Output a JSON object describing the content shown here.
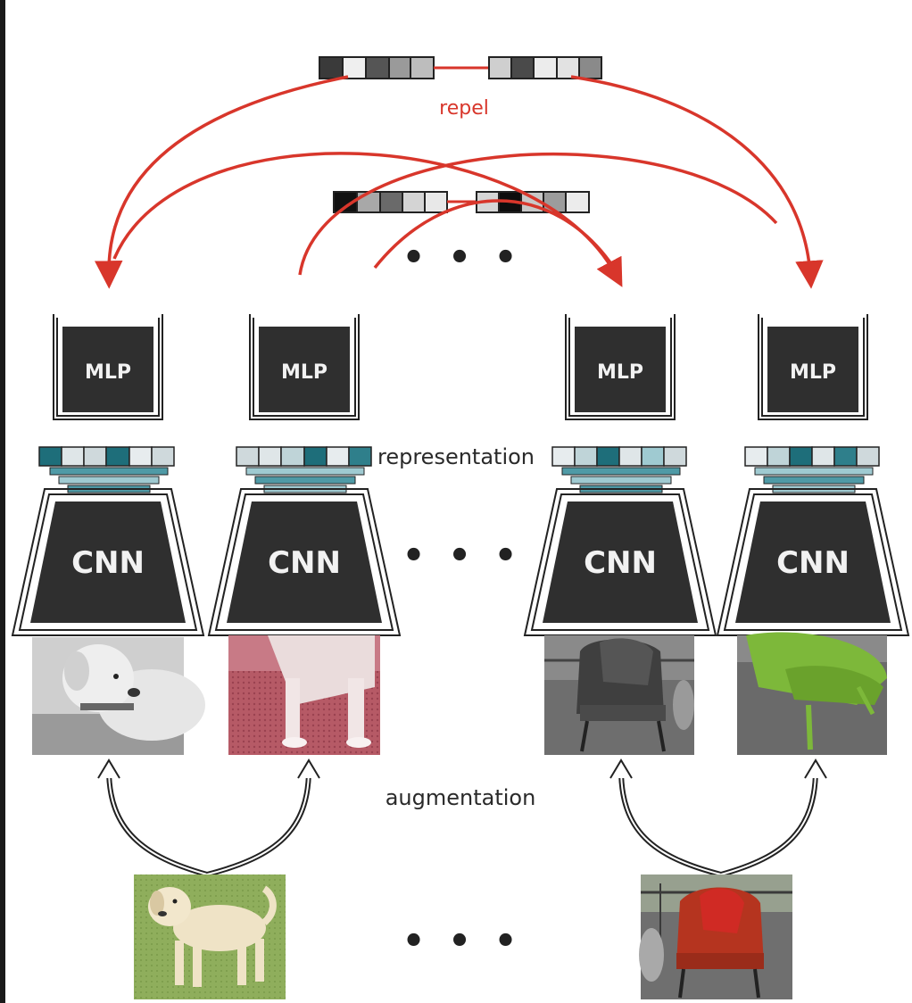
{
  "labels": {
    "repel": "repel",
    "representation": "representation",
    "augmentation": "augmentation",
    "mlp": "MLP",
    "cnn": "CNN",
    "ellipsis": "• • •"
  },
  "colors": {
    "repel_arrow": "#d8362b",
    "block_fill": "#2f2f2f",
    "teal_dark": "#1e6e7a",
    "teal_mid": "#4f9aa6",
    "teal_light": "#9fcad1",
    "dog_bg": "#8fae5c",
    "sofa_red": "#b5341f",
    "chair_green": "#7db83a"
  },
  "icons": [
    "dog-photo",
    "chair-photo",
    "grayscale-dog-crop",
    "red-tinted-dog-crop",
    "gray-chair-crop",
    "green-chair-crop"
  ]
}
